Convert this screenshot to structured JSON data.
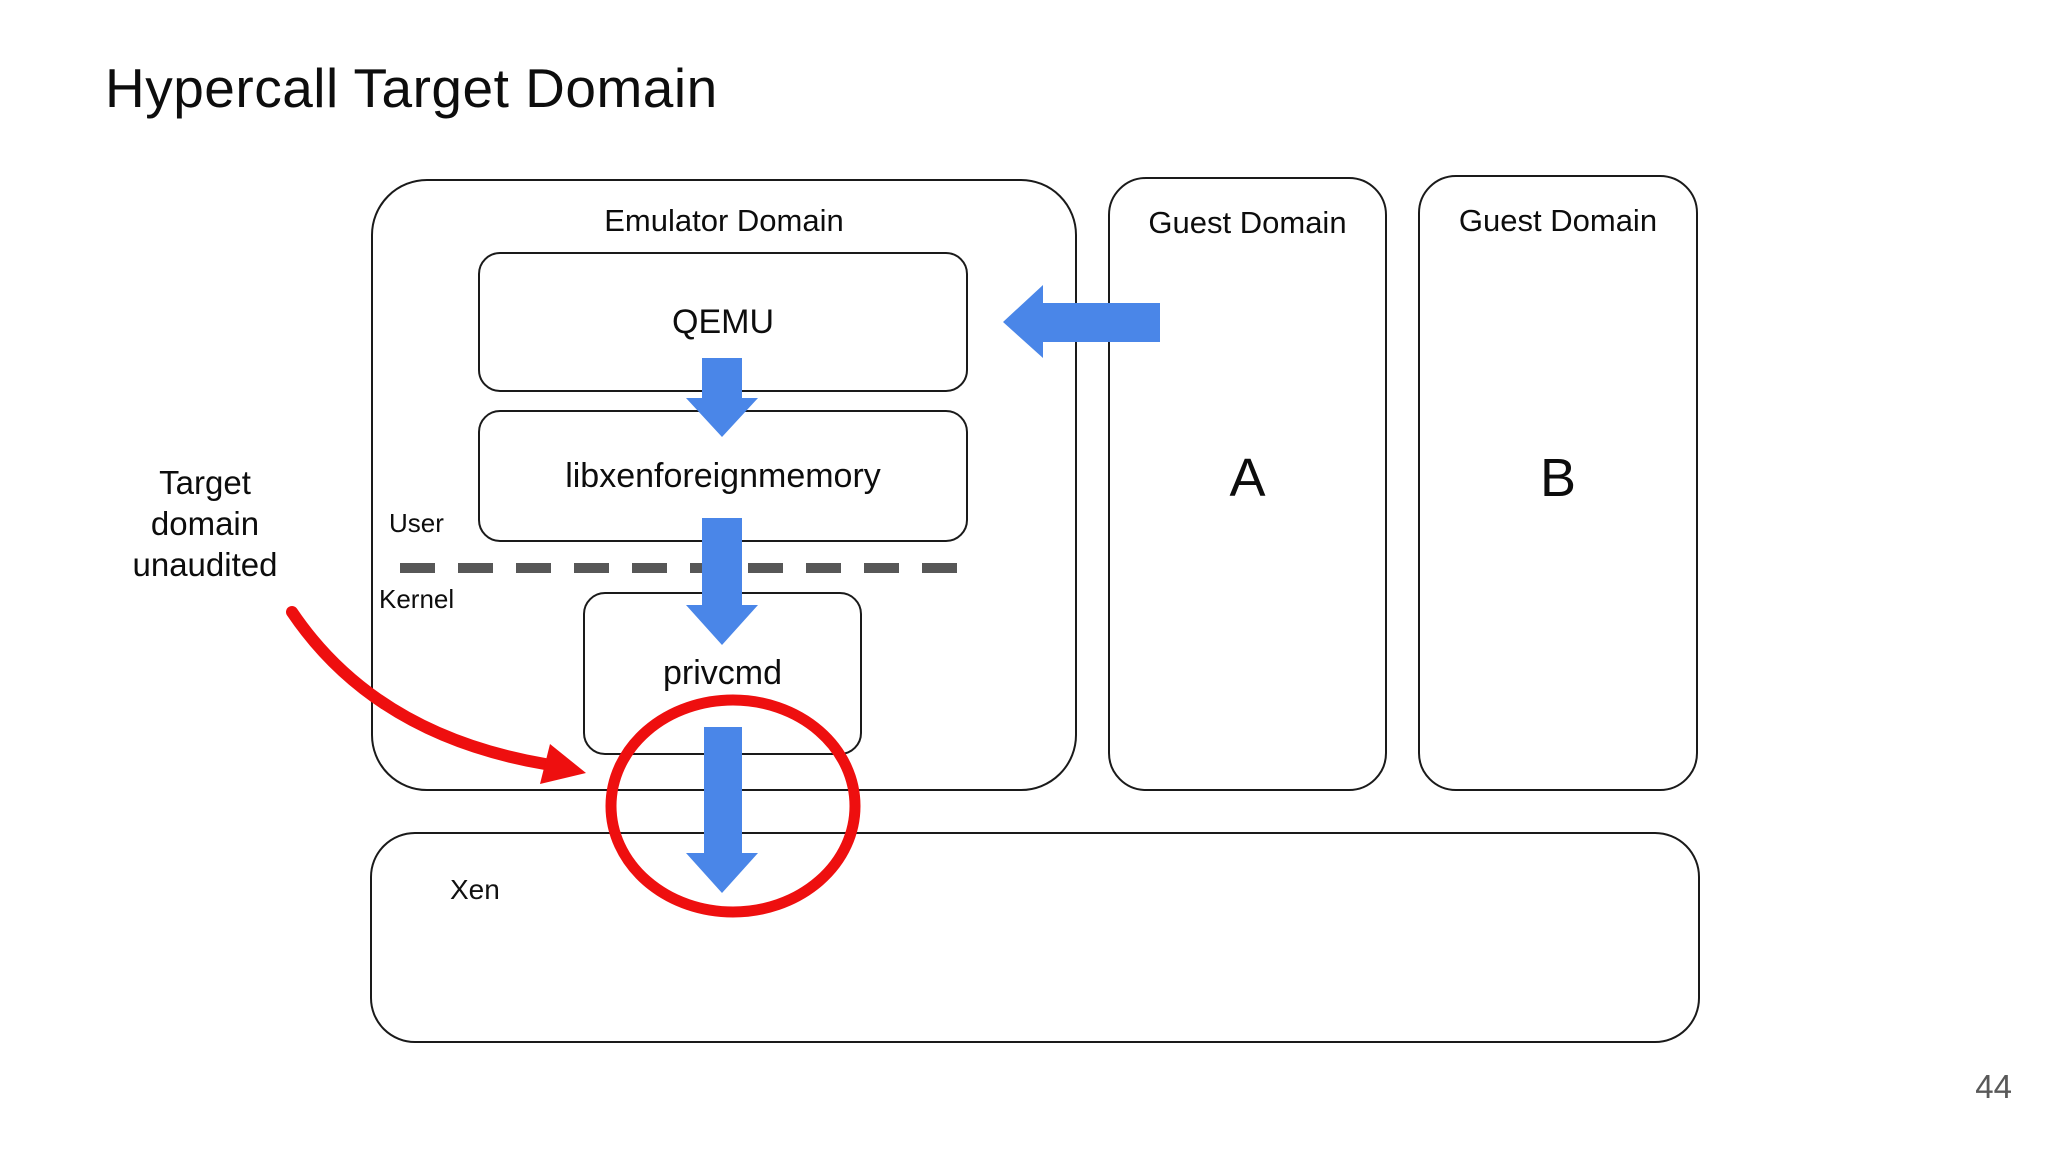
{
  "slide": {
    "title": "Hypercall Target Domain",
    "page_number": "44"
  },
  "diagram": {
    "emulator_domain": {
      "label": "Emulator Domain",
      "components": {
        "qemu": "QEMU",
        "libxenforeignmemory": "libxenforeignmemory",
        "privcmd": "privcmd"
      },
      "user_label": "User",
      "kernel_label": "Kernel"
    },
    "guest_domain_a": {
      "label": "Guest Domain",
      "letter": "A"
    },
    "guest_domain_b": {
      "label": "Guest Domain",
      "letter": "B"
    },
    "xen": {
      "label": "Xen"
    },
    "annotation": {
      "text_lines": [
        "Target",
        "domain",
        "unaudited"
      ]
    },
    "arrows": {
      "guest_a_to_qemu": "hypercall from guest A into QEMU",
      "qemu_to_libxenforeignmemory": "down",
      "libxenforeignmemory_to_privcmd": "down",
      "privcmd_to_xen": "down (circled, target domain unaudited)"
    }
  },
  "colors": {
    "arrow_blue": "#4a86e8",
    "annotation_red": "#ee0f0f",
    "divider_gray": "#575757",
    "page_number_gray": "#595959",
    "border_black": "#1a1a1a"
  }
}
